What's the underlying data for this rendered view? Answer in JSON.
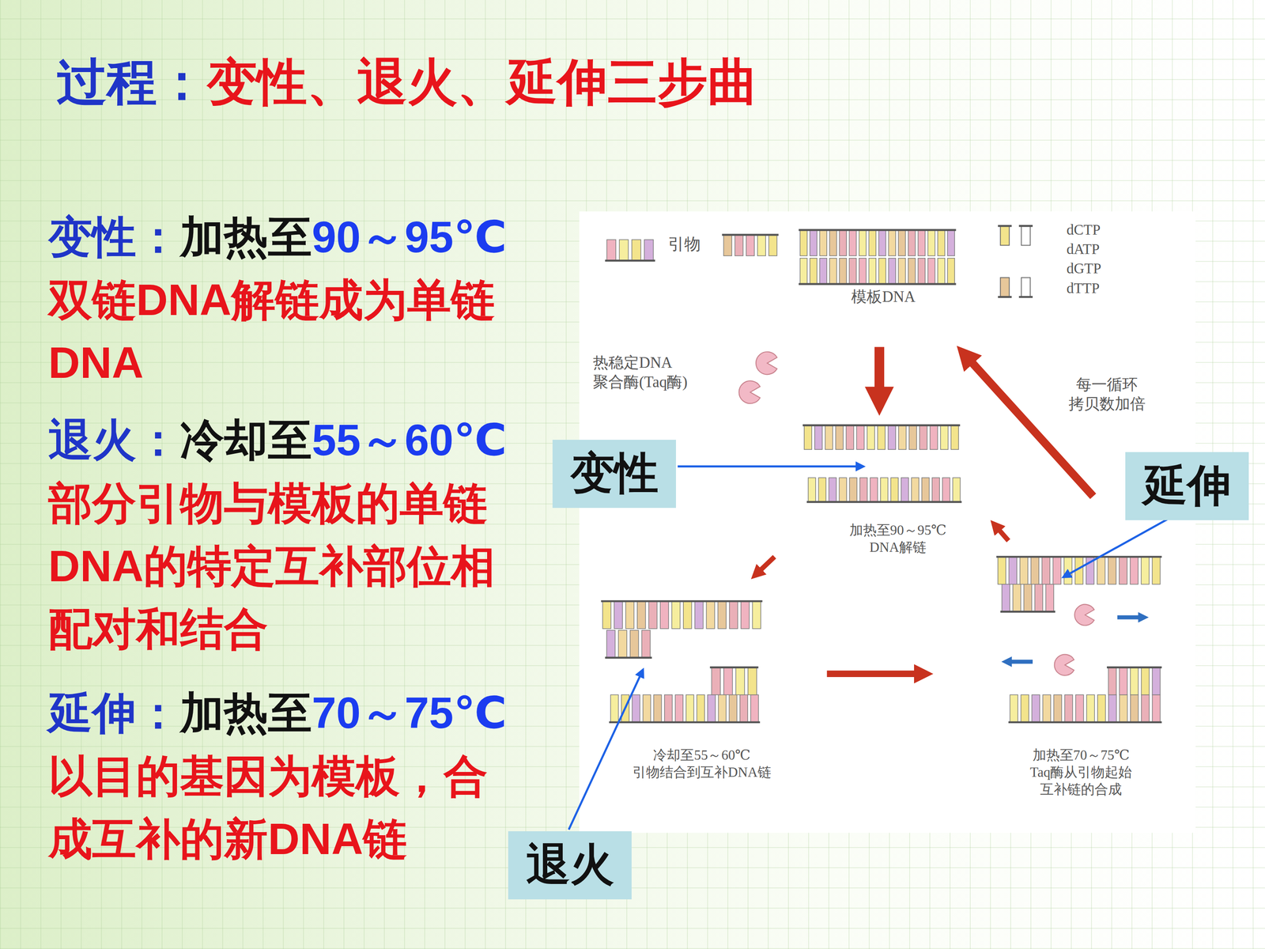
{
  "diagram": {
    "title": "过程：变性、退火、延伸三步曲",
    "nodes": [
      {
        "text": [
          "变性"
        ]
      },
      {
        "text": [
          "延伸"
        ]
      },
      {
        "text": [
          "退火"
        ]
      }
    ],
    "labels": [
      "变性：",
      "加热至",
      "90～95℃",
      "双链DNA解链成为单链DNA",
      "退火：",
      "冷却至",
      "55～60℃",
      "部分引物与模板的单链DNA的特定互补部位相配对和结合",
      "延伸：",
      "加热至",
      "70～75℃",
      "以目的基因为模板，合成互补的新DNA链",
      "引物",
      "模板DNA",
      "dCTP",
      "dATP",
      "dGTP",
      "dTTP",
      "热稳定DNA 聚合酶(Taq酶)",
      "每一循环 拷贝数加倍",
      "加热至90～95℃ DNA解链",
      "冷却至55～60℃ 引物结合到互补DNA链",
      "加热至70～75℃ Taq酶从引物起始 互补链的合成"
    ]
  }
}
